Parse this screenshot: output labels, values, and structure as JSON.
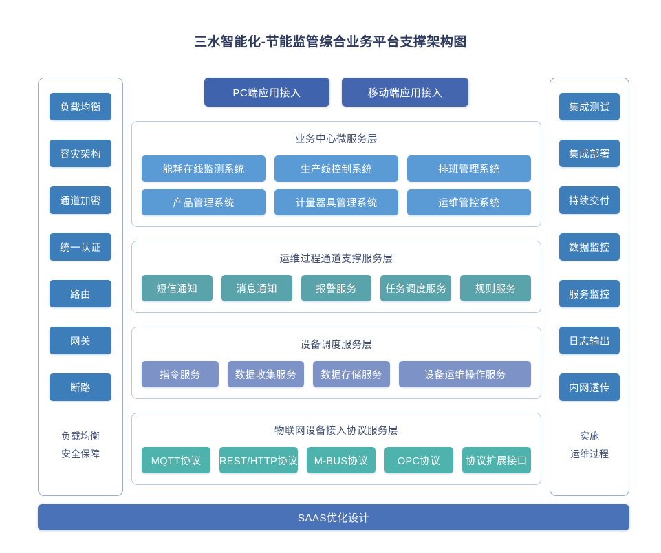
{
  "title": "三水智能化-节能监管综合业务平台支撑架构图",
  "colors": {
    "sidebar_button": "#3c7dba",
    "access_button": "#4063ad",
    "business_chip": "#5b9bd5",
    "ops_chip": "#5ba3ab",
    "device_chip": "#7d93c8",
    "protocol_chip": "#4fb3ad",
    "bottom_bar": "#4a72b8",
    "card_border": "#b9cae4",
    "panel_border": "#9aacd0"
  },
  "left_panel": {
    "items": [
      {
        "label": "负载均衡"
      },
      {
        "label": "容灾架构"
      },
      {
        "label": "通道加密"
      },
      {
        "label": "统一认证"
      },
      {
        "label": "路由"
      },
      {
        "label": "网关"
      },
      {
        "label": "断路"
      }
    ],
    "caption_line1": "负载均衡",
    "caption_line2": "安全保障"
  },
  "right_panel": {
    "items": [
      {
        "label": "集成测试"
      },
      {
        "label": "集成部署"
      },
      {
        "label": "持续交付"
      },
      {
        "label": "数据监控"
      },
      {
        "label": "服务监控"
      },
      {
        "label": "日志输出"
      },
      {
        "label": "内网透传"
      }
    ],
    "caption_line1": "实施",
    "caption_line2": "运维过程"
  },
  "access": {
    "pc": "PC端应用接入",
    "mobile": "移动端应用接入"
  },
  "layers": [
    {
      "title": "业务中心微服务层",
      "rows": [
        [
          "能耗在线监测系统",
          "生产线控制系统",
          "排班管理系统"
        ],
        [
          "产品管理系统",
          "计量器具管理系统",
          "运维管控系统"
        ]
      ]
    },
    {
      "title": "运维过程通道支撑服务层",
      "rows": [
        [
          "短信通知",
          "消息通知",
          "报警服务",
          "任务调度服务",
          "规则服务"
        ]
      ]
    },
    {
      "title": "设备调度服务层",
      "rows": [
        [
          "指令服务",
          "数据收集服务",
          "数据存储服务",
          "设备运维操作服务"
        ]
      ]
    },
    {
      "title": "物联网设备接入协议服务层",
      "rows": [
        [
          "MQTT协议",
          "REST/HTTP协议",
          "M-BUS协议",
          "OPC协议",
          "协议扩展接口"
        ]
      ]
    }
  ],
  "bottom_bar": "SAAS优化设计"
}
